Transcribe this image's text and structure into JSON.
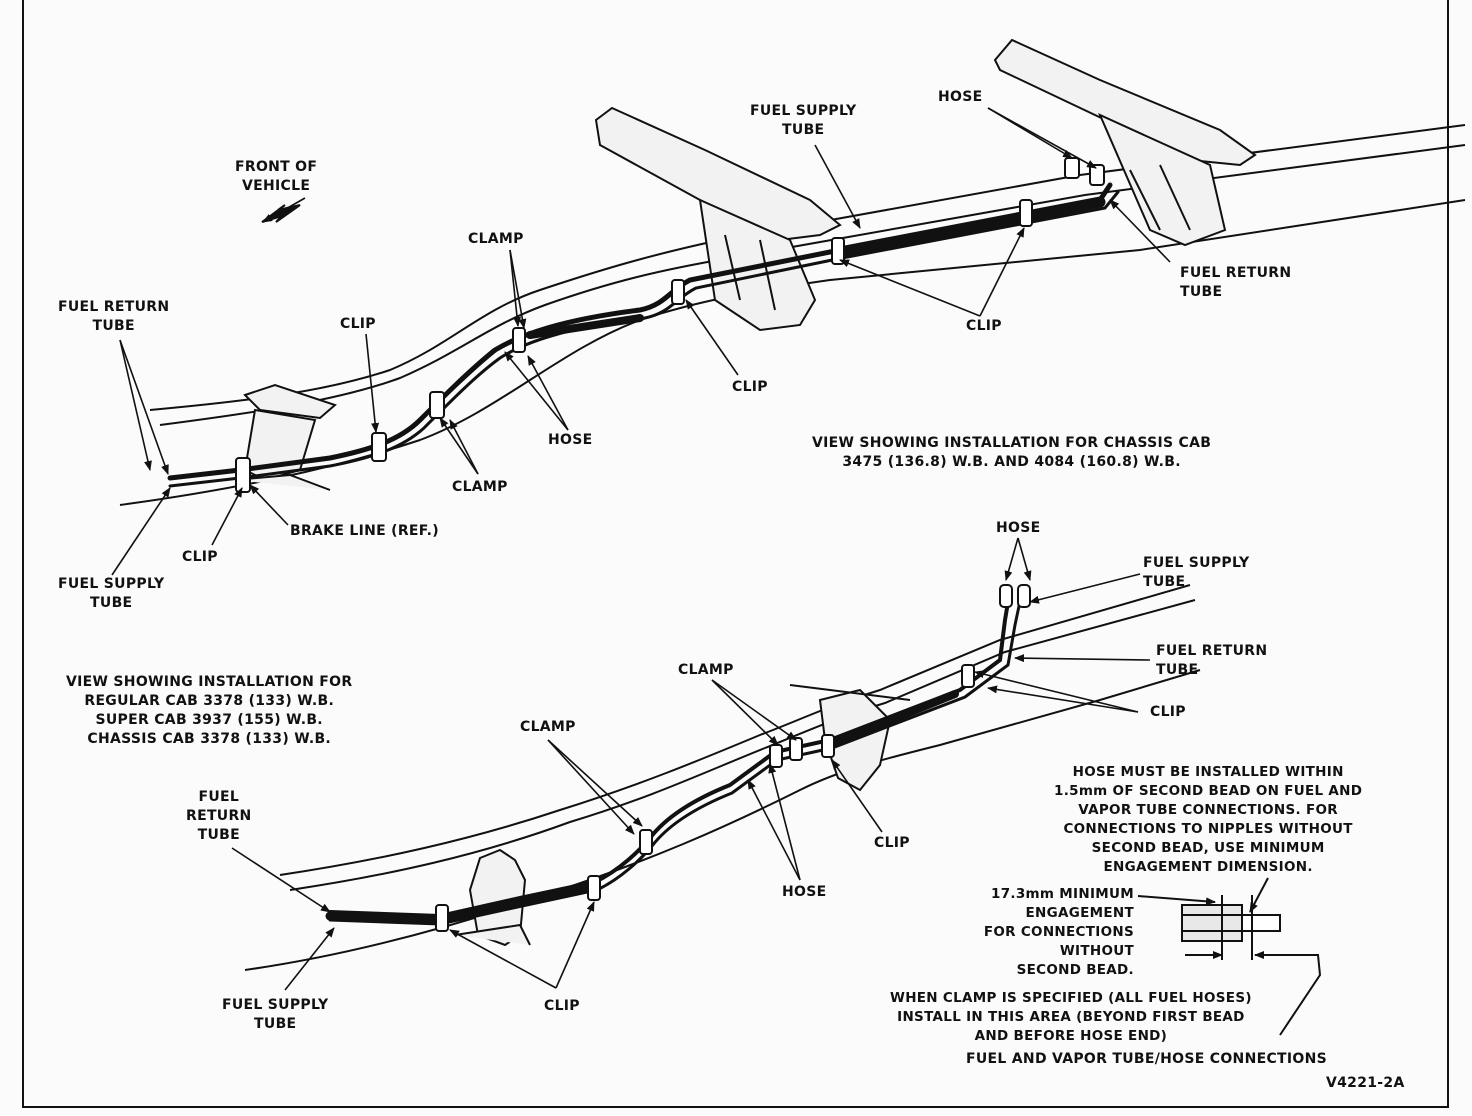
{
  "top_view": {
    "front_of_vehicle": [
      "FRONT OF",
      "VEHICLE"
    ],
    "fuel_supply_tube_top": [
      "FUEL SUPPLY",
      "TUBE"
    ],
    "hose_top": "HOSE",
    "fuel_return_tube_right": [
      "FUEL RETURN",
      "TUBE"
    ],
    "clamp_a": "CLAMP",
    "fuel_return_tube_left": [
      "FUEL RETURN",
      "TUBE"
    ],
    "clip_a": "CLIP",
    "clip_b": "CLIP",
    "clip_c": "CLIP",
    "hose_mid": "HOSE",
    "clamp_b": "CLAMP",
    "brake_line": "BRAKE LINE (REF.)",
    "clip_d": "CLIP",
    "fuel_supply_tube_left": [
      "FUEL SUPPLY",
      "TUBE"
    ],
    "caption": [
      "VIEW SHOWING INSTALLATION FOR CHASSIS CAB",
      "3475 (136.8) W.B. AND 4084 (160.8) W.B."
    ]
  },
  "bottom_view": {
    "caption": [
      "VIEW SHOWING INSTALLATION FOR",
      "REGULAR CAB 3378 (133) W.B.",
      "SUPER CAB 3937 (155) W.B.",
      "CHASSIS CAB 3378 (133) W.B."
    ],
    "hose_top": "HOSE",
    "fuel_supply_tube_right": [
      "FUEL SUPPLY",
      "TUBE"
    ],
    "fuel_return_tube_right": [
      "FUEL RETURN",
      "TUBE"
    ],
    "clip_right": "CLIP",
    "clamp_mid": "CLAMP",
    "clamp_left": "CLAMP",
    "fuel_return_tube_left": [
      "FUEL",
      "RETURN",
      "TUBE"
    ],
    "clip_mid": "CLIP",
    "hose_bottom": "HOSE",
    "fuel_supply_tube_bottom": [
      "FUEL SUPPLY",
      "TUBE"
    ],
    "clip_bottom": "CLIP"
  },
  "detail": {
    "note": [
      "HOSE MUST BE INSTALLED WITHIN",
      "1.5mm OF SECOND BEAD ON FUEL AND",
      "VAPOR TUBE CONNECTIONS. FOR",
      "CONNECTIONS TO NIPPLES WITHOUT",
      "SECOND BEAD, USE MINIMUM",
      "ENGAGEMENT DIMENSION."
    ],
    "engagement": [
      "17.3mm MINIMUM",
      "ENGAGEMENT",
      "FOR CONNECTIONS",
      "WITHOUT",
      "SECOND BEAD."
    ],
    "clamp_note": [
      "WHEN CLAMP IS SPECIFIED (ALL FUEL HOSES)",
      "INSTALL IN THIS AREA (BEYOND FIRST BEAD",
      "AND BEFORE HOSE END)"
    ],
    "title": "FUEL AND VAPOR TUBE/HOSE CONNECTIONS"
  },
  "figure_id": "V4221-2A"
}
